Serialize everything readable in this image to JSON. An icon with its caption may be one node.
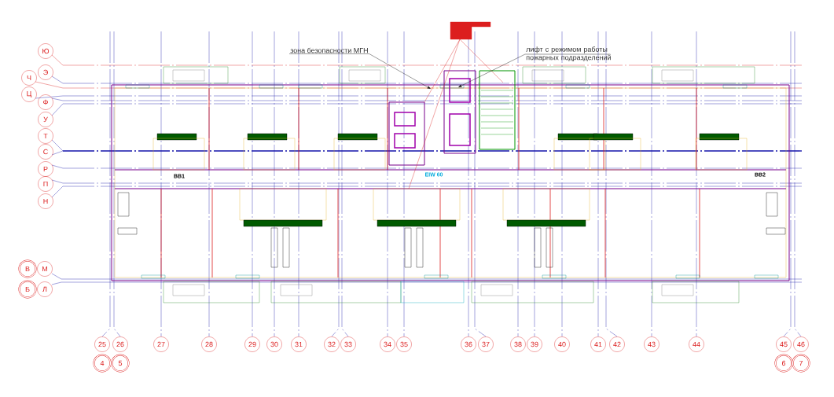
{
  "diagram": {
    "nodes": [
      {
        "text": [
          "зона безопасности МГН"
        ]
      },
      {
        "text": [
          "лифт с режимом работы пожарных подразделений"
        ]
      },
      {
        "text": [
          "Ю"
        ]
      },
      {
        "text": [
          "Э"
        ]
      },
      {
        "text": [
          "Ч"
        ]
      },
      {
        "text": [
          "Ц"
        ]
      },
      {
        "text": [
          "Ф"
        ]
      },
      {
        "text": [
          "У"
        ]
      },
      {
        "text": [
          "Т"
        ]
      },
      {
        "text": [
          "С"
        ]
      },
      {
        "text": [
          "Р"
        ]
      },
      {
        "text": [
          "П"
        ]
      },
      {
        "text": [
          "Н"
        ]
      },
      {
        "text": [
          "В"
        ]
      },
      {
        "text": [
          "М"
        ]
      },
      {
        "text": [
          "Б"
        ]
      },
      {
        "text": [
          "Л"
        ]
      },
      {
        "text": [
          "25"
        ]
      },
      {
        "text": [
          "26"
        ]
      },
      {
        "text": [
          "27"
        ]
      },
      {
        "text": [
          "28"
        ]
      },
      {
        "text": [
          "29"
        ]
      },
      {
        "text": [
          "30"
        ]
      },
      {
        "text": [
          "31"
        ]
      },
      {
        "text": [
          "32"
        ]
      },
      {
        "text": [
          "33"
        ]
      },
      {
        "text": [
          "34"
        ]
      },
      {
        "text": [
          "35"
        ]
      },
      {
        "text": [
          "36"
        ]
      },
      {
        "text": [
          "37"
        ]
      },
      {
        "text": [
          "38"
        ]
      },
      {
        "text": [
          "39"
        ]
      },
      {
        "text": [
          "40"
        ]
      },
      {
        "text": [
          "41"
        ]
      },
      {
        "text": [
          "42"
        ]
      },
      {
        "text": [
          "43"
        ]
      },
      {
        "text": [
          "44"
        ]
      },
      {
        "text": [
          "45"
        ]
      },
      {
        "text": [
          "46"
        ]
      },
      {
        "text": [
          "4"
        ]
      },
      {
        "text": [
          "5"
        ]
      },
      {
        "text": [
          "6"
        ]
      },
      {
        "text": [
          "7"
        ]
      }
    ],
    "edges": [
      {
        "from": 0,
        "to": null,
        "arrow": "to"
      },
      {
        "from": 1,
        "to": null,
        "arrow": "to"
      }
    ],
    "labels": [
      "ВВ1",
      "EIW 60",
      "ВВ2"
    ]
  }
}
